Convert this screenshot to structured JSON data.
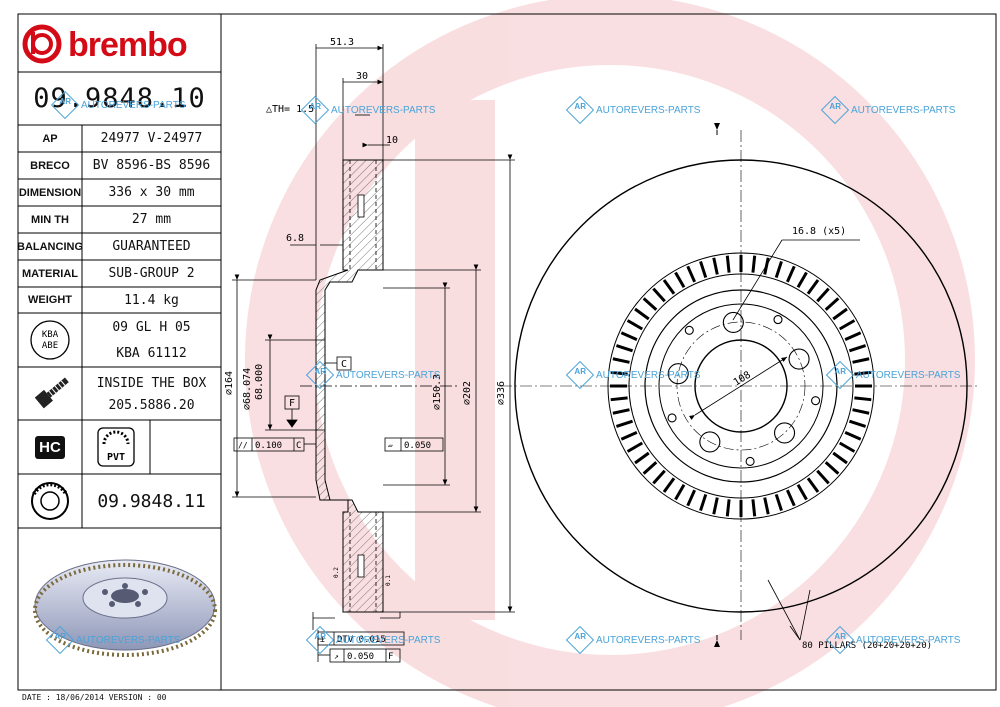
{
  "brand": {
    "name": "brembo",
    "color": "#d40b16"
  },
  "part_number": "09.9848.10",
  "alt_part_number": "09.9848.11",
  "specs": [
    {
      "label": "AP",
      "value": "24977 V-24977"
    },
    {
      "label": "BRECO",
      "value": "BV 8596-BS 8596"
    },
    {
      "label": "DIMENSION",
      "value": "336 x 30 mm"
    },
    {
      "label": "MIN TH",
      "value": "27 mm"
    },
    {
      "label": "BALANCING",
      "value": "GUARANTEED"
    },
    {
      "label": "MATERIAL",
      "value": "SUB-GROUP 2"
    },
    {
      "label": "WEIGHT",
      "value": "11.4 kg"
    }
  ],
  "kba": {
    "badge_top": "KBA",
    "badge_bottom": "ABE",
    "line1": "09 GL H 05",
    "line2": "KBA 61112"
  },
  "inside_box": {
    "line1": "INSIDE THE BOX",
    "line2": "205.5886.20"
  },
  "badges": {
    "hc": "HC",
    "pvt": "PVT"
  },
  "dimensions": {
    "overall_width": "51.3",
    "thickness": "30",
    "th_tolerance": "△TH= 1.5",
    "vane_width": "10",
    "hat_offset": "6.8",
    "d164": "⌀164",
    "d68": "⌀68.074",
    "d68b": "68.000",
    "d150": "⌀150.3",
    "d202": "⌀202",
    "d336": "⌀336",
    "datum_c": "C",
    "datum_f": "F",
    "parallel": "0.100",
    "flatness": "0.050",
    "dtv": "DTV 0.015",
    "runout": "0.050",
    "bolt_circle": "108",
    "holes": "16.8 (x5)",
    "pillars": "80 PILLARS (20+20+20+20)",
    "small_a": "0.2",
    "small_b": "0.1"
  },
  "watermark": "AUTOREVERS-PARTS",
  "watermark_logo": "AR",
  "footer": "DATE : 18/06/2014 VERSION : 00"
}
